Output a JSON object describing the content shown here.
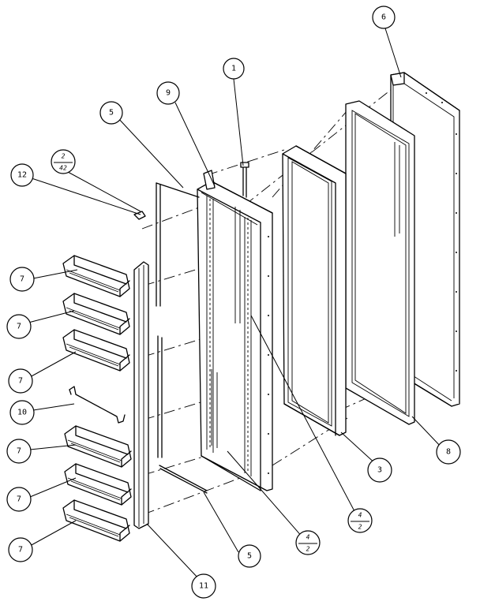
{
  "callouts": {
    "c1": "1",
    "c6": "6",
    "c9": "9",
    "c5a": "5",
    "c5b": "5",
    "c12": "12",
    "c7a": "7",
    "c7b": "7",
    "c7c": "7",
    "c7d": "7",
    "c7e": "7",
    "c7f": "7",
    "c10": "10",
    "c11": "11",
    "c3": "3",
    "c8": "8",
    "f2_42": {
      "num": "2",
      "den": "42"
    },
    "f4_2a": {
      "num": "4",
      "den": "2"
    },
    "f4_2b": {
      "num": "4",
      "den": "2"
    }
  }
}
